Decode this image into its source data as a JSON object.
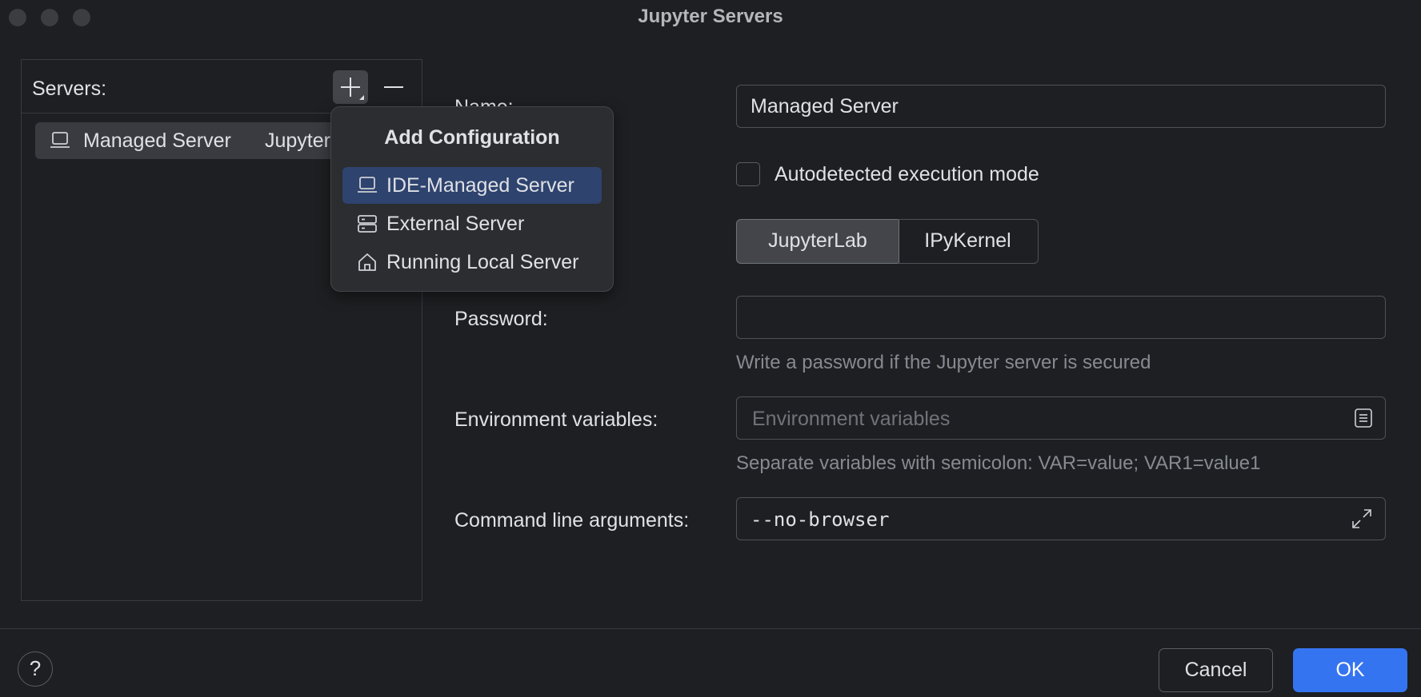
{
  "window": {
    "title": "Jupyter Servers"
  },
  "servers": {
    "label": "Servers:",
    "items": [
      {
        "name": "Managed Server",
        "kind": "JupyterLab"
      }
    ]
  },
  "popup": {
    "title": "Add Configuration",
    "items": [
      {
        "label": "IDE-Managed Server",
        "icon": "laptop-icon",
        "selected": true
      },
      {
        "label": "External Server",
        "icon": "server-icon",
        "selected": false
      },
      {
        "label": "Running Local Server",
        "icon": "home-icon",
        "selected": false
      }
    ]
  },
  "form": {
    "name": {
      "label": "Name:",
      "value": "Managed Server"
    },
    "autodetect": {
      "label": "Autodetected execution mode",
      "checked": false
    },
    "mode": {
      "options": [
        "JupyterLab",
        "IPyKernel"
      ],
      "selected": "JupyterLab"
    },
    "password": {
      "label": "Password:",
      "value": "",
      "hint": "Write a password if the Jupyter server is secured"
    },
    "env": {
      "label": "Environment variables:",
      "placeholder": "Environment variables",
      "hint": "Separate variables with semicolon: VAR=value; VAR1=value1"
    },
    "cmd": {
      "label": "Command line arguments:",
      "value": "--no-browser"
    }
  },
  "footer": {
    "help": "?",
    "cancel": "Cancel",
    "ok": "OK"
  },
  "colors": {
    "accent": "#3574f0",
    "selection": "#2e436e",
    "background": "#1e1f22",
    "popup": "#2b2d30"
  }
}
